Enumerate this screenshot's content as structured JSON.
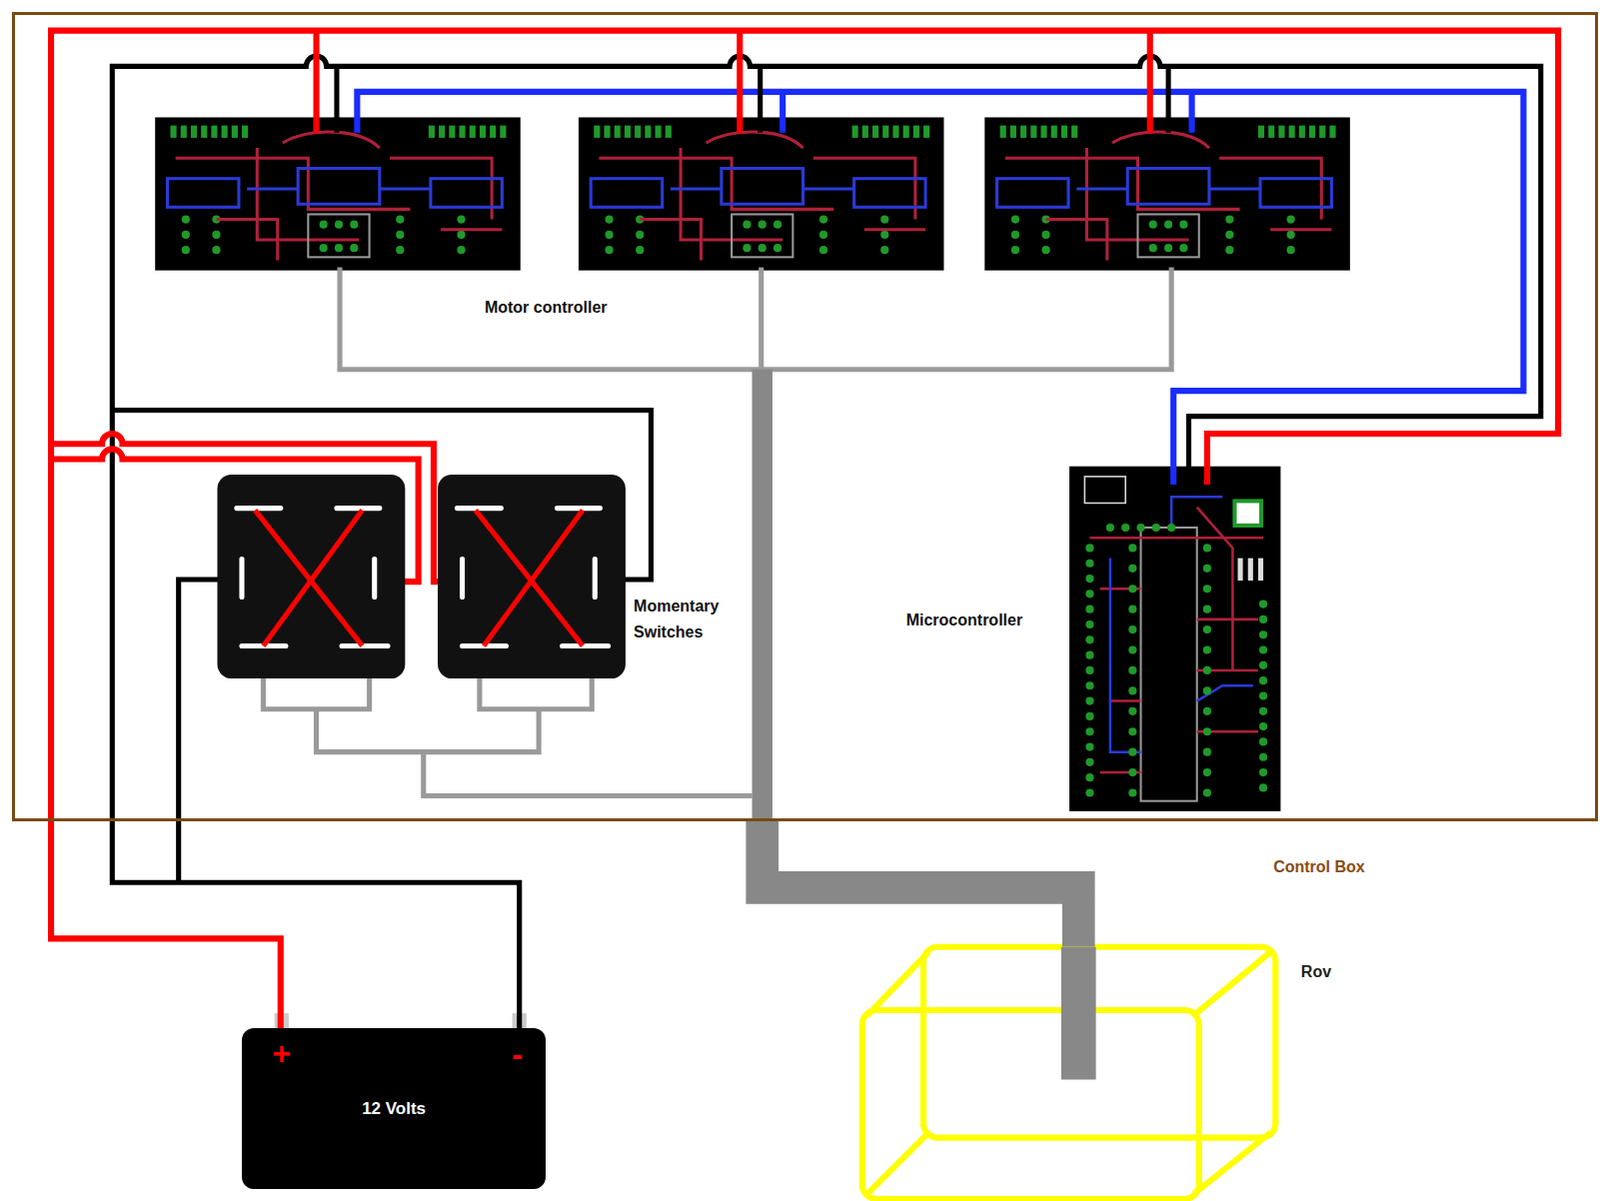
{
  "diagram": {
    "nodes": [
      {
        "text": [
          "Control Box"
        ]
      },
      {
        "text": [
          "Momentary Switches"
        ],
        "in": 0
      },
      {
        "text": [
          "Microcontroller"
        ],
        "in": 0
      },
      {
        "text": [
          "12 Volts"
        ]
      },
      {
        "text": [
          "Rov"
        ]
      }
    ],
    "edges": [
      {
        "from": 3,
        "to": 0,
        "arrow": "none"
      },
      {
        "from": 3,
        "to": 0,
        "arrow": "none"
      },
      {
        "from": 0,
        "to": 4,
        "arrow": "none"
      }
    ],
    "labels": [
      "Motor controller",
      "+",
      "-"
    ]
  }
}
